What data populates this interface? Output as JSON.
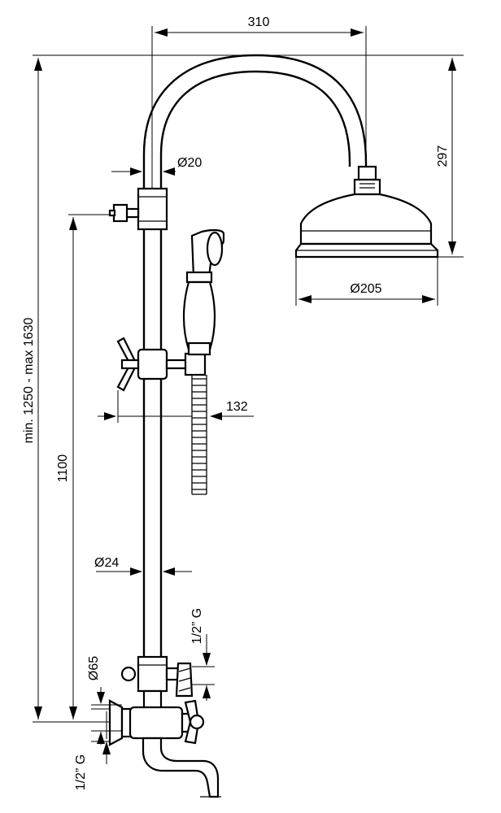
{
  "dimensions": {
    "arm_width": "310",
    "arm_height": "297",
    "arm_tube_diameter": "Ø20",
    "head_diameter": "Ø205",
    "hand_shower_offset": "132",
    "riser_diameter": "Ø24",
    "overall_height": "min. 1250 - max 1630",
    "riser_height": "1100",
    "upper_thread": "1/2” G",
    "mixer_centres": "Ø65",
    "lower_thread": "1/2” G"
  }
}
